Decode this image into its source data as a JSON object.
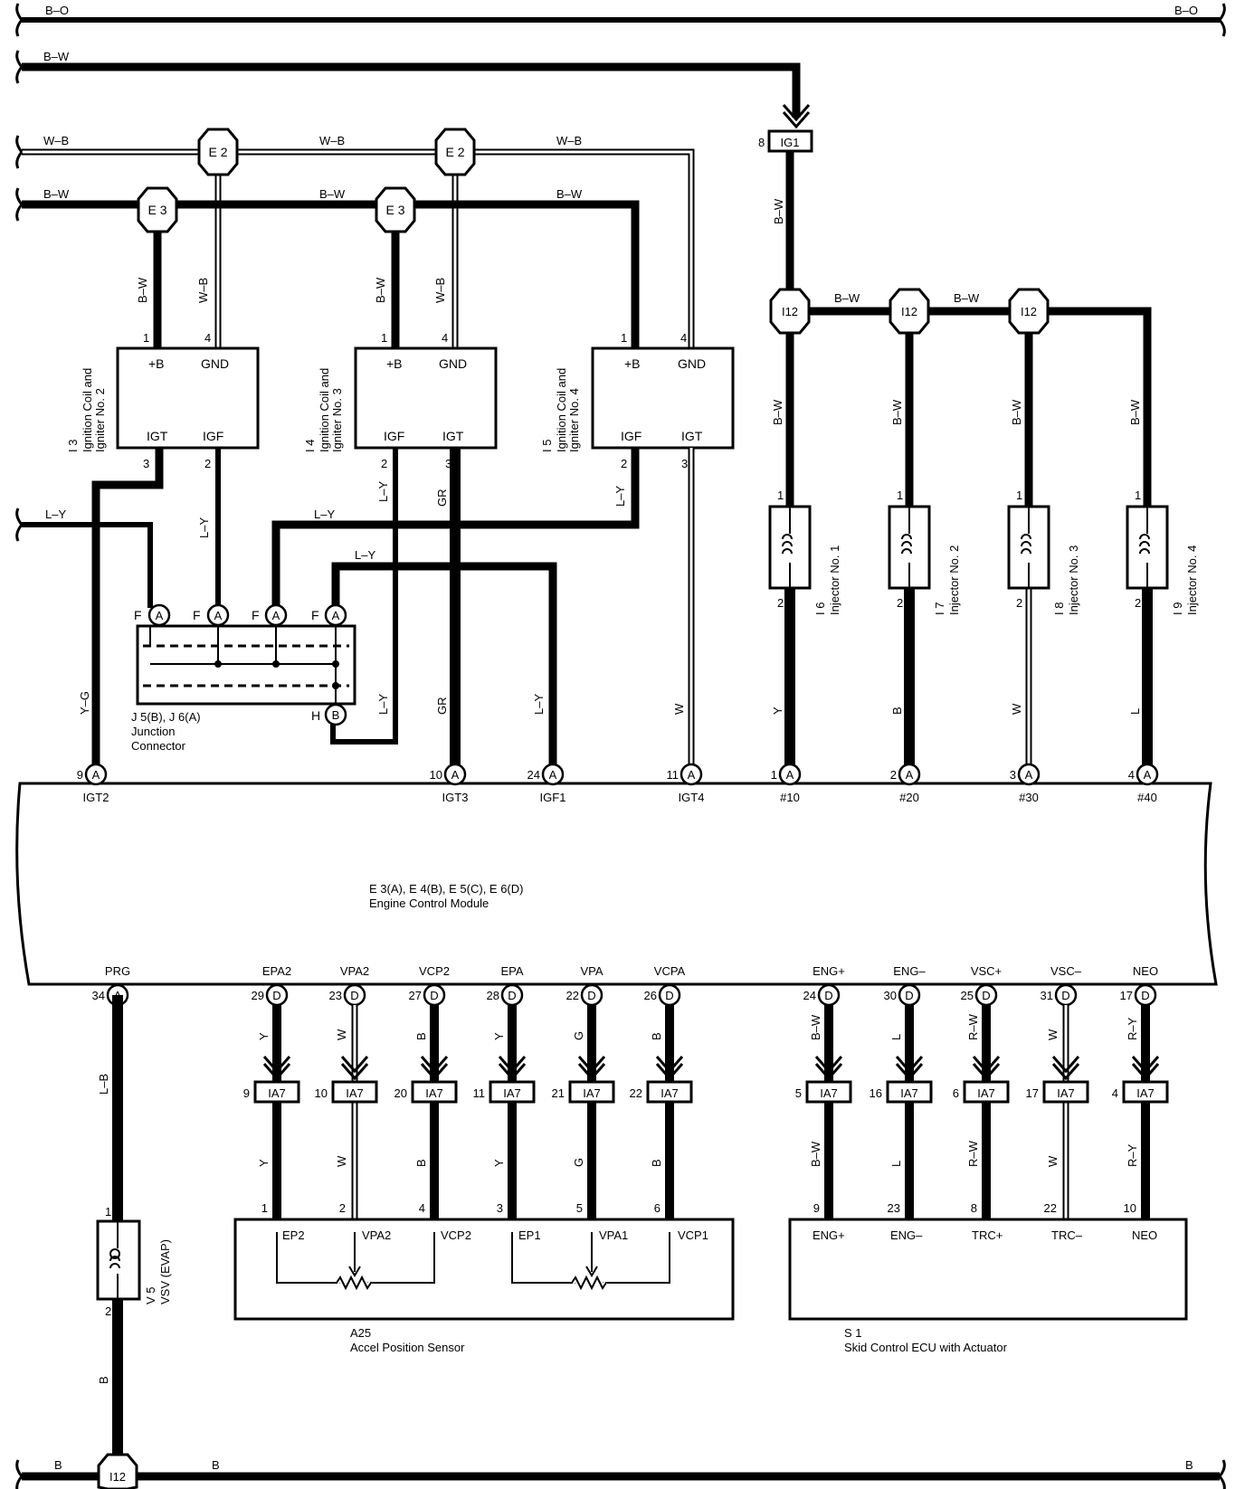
{
  "bus_wires": [
    {
      "left": "B–O",
      "right": "B–O"
    },
    {
      "left": "B–W",
      "right": ""
    },
    {
      "left": "W–B",
      "mid1": "W–B",
      "mid2": "W–B"
    },
    {
      "left": "B–W",
      "mid1": "B–W",
      "mid2": "B–W"
    },
    {
      "left": "L–Y"
    },
    {
      "left": "B",
      "mid": "B",
      "right": "B"
    }
  ],
  "splices": {
    "e2": "E 2",
    "e3": "E 3",
    "i12": "I12",
    "ig1": "IG1"
  },
  "ig1_pin": "8",
  "coils": [
    {
      "ref": "I 3",
      "name": "Ignition Coil and\nIgniter No. 2",
      "top_left": "+B",
      "top_right": "GND",
      "bot_left": "IGT",
      "bot_right": "IGF",
      "pin_tl": "1",
      "pin_tr": "4",
      "pin_bl": "3",
      "pin_br": "2",
      "wire_tl": "B–W",
      "wire_tr": "W–B"
    },
    {
      "ref": "I 4",
      "name": "Ignition Coil and\nIgniter No. 3",
      "top_left": "+B",
      "top_right": "GND",
      "bot_left": "IGF",
      "bot_right": "IGT",
      "pin_tl": "1",
      "pin_tr": "4",
      "pin_bl": "2",
      "pin_br": "3",
      "wire_tl": "B–W",
      "wire_tr": "W–B"
    },
    {
      "ref": "I 5",
      "name": "Ignition Coil and\nIgniter No. 4",
      "top_left": "+B",
      "top_right": "GND",
      "bot_left": "IGF",
      "bot_right": "IGT",
      "pin_tl": "1",
      "pin_tr": "4",
      "pin_bl": "2",
      "pin_br": "3"
    }
  ],
  "coil_wire_labels": [
    "L–Y",
    "GR",
    "L–Y",
    "L–Y",
    "L–Y",
    "L–Y"
  ],
  "junction": {
    "ref": "J 5(B), J 6(A)",
    "name_1": "Junction",
    "name_2": "Connector",
    "pin_f": "F",
    "pin_h": "H",
    "conn_a": "A",
    "conn_b": "B"
  },
  "injector_feed": {
    "wire": "B–W",
    "link1": "B–W",
    "link2": "B–W"
  },
  "injectors": [
    {
      "ref": "I 6",
      "name": "Injector No. 1",
      "wire_top": "B–W",
      "wire_bot": "Y",
      "pin_top": "1",
      "pin_bot": "2"
    },
    {
      "ref": "I 7",
      "name": "Injector No. 2",
      "wire_top": "B–W",
      "wire_bot": "B",
      "pin_top": "1",
      "pin_bot": "2"
    },
    {
      "ref": "I 8",
      "name": "Injector No. 3",
      "wire_top": "B–W",
      "wire_bot": "W",
      "pin_top": "1",
      "pin_bot": "2"
    },
    {
      "ref": "I 9",
      "name": "Injector No. 4",
      "wire_top": "B–W",
      "wire_bot": "L",
      "pin_top": "1",
      "pin_bot": "2"
    }
  ],
  "ecm": {
    "ref": "E 3(A), E 4(B), E 5(C), E 6(D)",
    "name": "Engine Control Module",
    "top_pins": [
      {
        "num": "9",
        "conn": "A",
        "label": "IGT2",
        "wire": "Y–G"
      },
      {
        "num": "10",
        "conn": "A",
        "label": "IGT3",
        "wire": "GR"
      },
      {
        "num": "24",
        "conn": "A",
        "label": "IGF1",
        "wire": "L–Y"
      },
      {
        "num": "11",
        "conn": "A",
        "label": "IGT4",
        "wire": "W"
      },
      {
        "num": "1",
        "conn": "A",
        "label": "#10"
      },
      {
        "num": "2",
        "conn": "A",
        "label": "#20"
      },
      {
        "num": "3",
        "conn": "A",
        "label": "#30"
      },
      {
        "num": "4",
        "conn": "A",
        "label": "#40"
      }
    ],
    "bottom_pins": [
      {
        "num": "34",
        "conn": "A",
        "label": "PRG"
      },
      {
        "num": "29",
        "conn": "D",
        "label": "EPA2"
      },
      {
        "num": "23",
        "conn": "D",
        "label": "VPA2"
      },
      {
        "num": "27",
        "conn": "D",
        "label": "VCP2"
      },
      {
        "num": "28",
        "conn": "D",
        "label": "EPA"
      },
      {
        "num": "22",
        "conn": "D",
        "label": "VPA"
      },
      {
        "num": "26",
        "conn": "D",
        "label": "VCPA"
      },
      {
        "num": "24",
        "conn": "D",
        "label": "ENG+"
      },
      {
        "num": "30",
        "conn": "D",
        "label": "ENG–"
      },
      {
        "num": "25",
        "conn": "D",
        "label": "VSC+"
      },
      {
        "num": "31",
        "conn": "D",
        "label": "VSC–"
      },
      {
        "num": "17",
        "conn": "D",
        "label": "NEO"
      }
    ]
  },
  "ia7": [
    {
      "pin": "9",
      "wire": "Y",
      "dev_pin": "1"
    },
    {
      "pin": "10",
      "wire": "W",
      "dev_pin": "2"
    },
    {
      "pin": "20",
      "wire": "B",
      "dev_pin": "4"
    },
    {
      "pin": "11",
      "wire": "Y",
      "dev_pin": "3"
    },
    {
      "pin": "21",
      "wire": "G",
      "dev_pin": "5"
    },
    {
      "pin": "22",
      "wire": "B",
      "dev_pin": "6"
    },
    {
      "pin": "5",
      "wire": "B–W",
      "dev_pin": "9"
    },
    {
      "pin": "16",
      "wire": "L",
      "dev_pin": "23"
    },
    {
      "pin": "6",
      "wire": "R–W",
      "dev_pin": "8"
    },
    {
      "pin": "17",
      "wire": "W",
      "dev_pin": "22"
    },
    {
      "pin": "4",
      "wire": "R–Y",
      "dev_pin": "10"
    }
  ],
  "ia7_label": "IA7",
  "accel": {
    "ref": "A25",
    "name": "Accel Position Sensor",
    "terminals": [
      "EP2",
      "VPA2",
      "VCP2",
      "EP1",
      "VPA1",
      "VCP1"
    ]
  },
  "skid": {
    "ref": "S 1",
    "name": "Skid Control ECU with Actuator",
    "terminals": [
      "ENG+",
      "ENG–",
      "TRC+",
      "TRC–",
      "NEO"
    ]
  },
  "vsv": {
    "ref": "V 5",
    "name": "VSV (EVAP)",
    "wire_top": "L–B",
    "wire_bot": "B",
    "pin_top": "1",
    "pin_bot": "2"
  }
}
